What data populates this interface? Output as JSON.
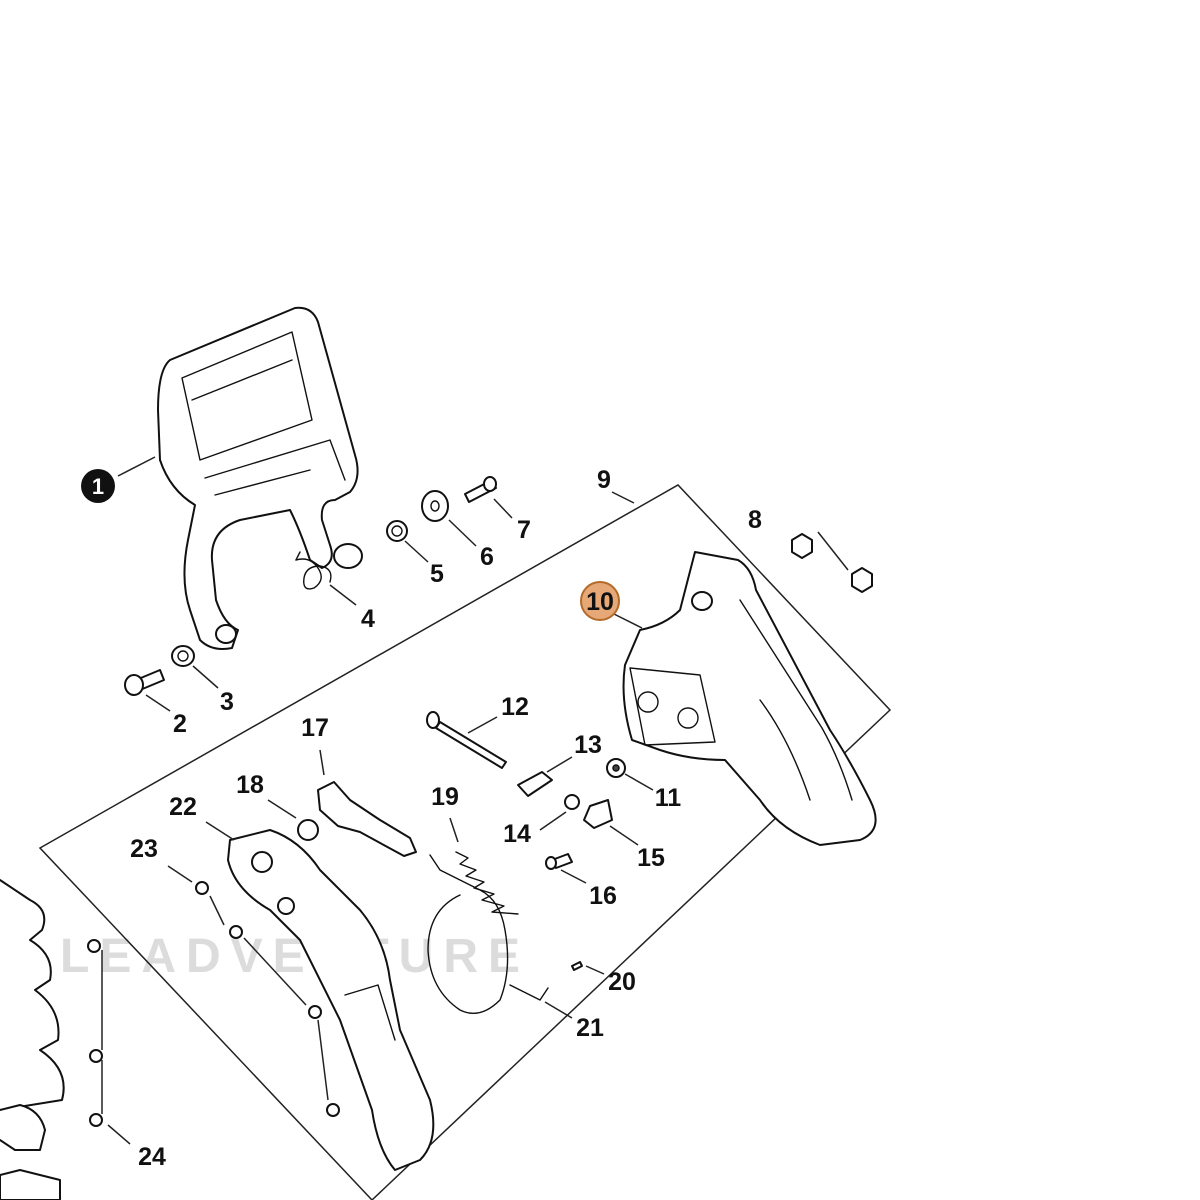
{
  "diagram": {
    "watermark": "LEADVENTURE",
    "highlight_color": "#e6a876",
    "highlight_stroke": "#b46a2a",
    "callouts": [
      {
        "id": "1",
        "label": "1",
        "style": "filled"
      },
      {
        "id": "2",
        "label": "2"
      },
      {
        "id": "3",
        "label": "3"
      },
      {
        "id": "4",
        "label": "4"
      },
      {
        "id": "5",
        "label": "5"
      },
      {
        "id": "6",
        "label": "6"
      },
      {
        "id": "7",
        "label": "7"
      },
      {
        "id": "8",
        "label": "8"
      },
      {
        "id": "9",
        "label": "9"
      },
      {
        "id": "10",
        "label": "10",
        "style": "highlighted"
      },
      {
        "id": "11",
        "label": "11"
      },
      {
        "id": "12",
        "label": "12"
      },
      {
        "id": "13",
        "label": "13"
      },
      {
        "id": "14",
        "label": "14"
      },
      {
        "id": "15",
        "label": "15"
      },
      {
        "id": "16",
        "label": "16"
      },
      {
        "id": "17",
        "label": "17"
      },
      {
        "id": "18",
        "label": "18"
      },
      {
        "id": "19",
        "label": "19"
      },
      {
        "id": "20",
        "label": "20"
      },
      {
        "id": "21",
        "label": "21"
      },
      {
        "id": "22",
        "label": "22"
      },
      {
        "id": "23",
        "label": "23"
      },
      {
        "id": "24",
        "label": "24"
      }
    ]
  }
}
